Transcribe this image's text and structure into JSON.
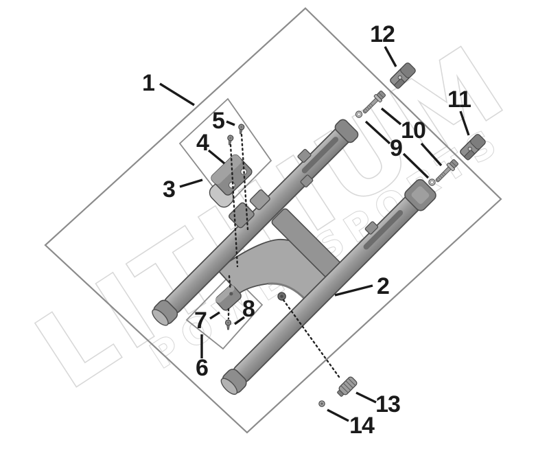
{
  "diagram": {
    "watermark": {
      "line1": "LITHIUM",
      "line2": "POWERSPORTS"
    },
    "callouts": [
      {
        "label": "1"
      },
      {
        "label": "2"
      },
      {
        "label": "3"
      },
      {
        "label": "4"
      },
      {
        "label": "5"
      },
      {
        "label": "6"
      },
      {
        "label": "7"
      },
      {
        "label": "8"
      },
      {
        "label": "9"
      },
      {
        "label": "10"
      },
      {
        "label": "11"
      },
      {
        "label": "12"
      },
      {
        "label": "13"
      },
      {
        "label": "14"
      }
    ],
    "colors": {
      "background": "#ffffff",
      "boundary_line": "#8b8b8b",
      "leader_line": "#1a1a1a",
      "callout_text": "#1a1a1a",
      "watermark_outline": "#d8d8d8",
      "part_gray": "#9b9b9b",
      "part_gray_dark": "#6f6f6f",
      "part_gray_light": "#c4c4c4",
      "part_stroke": "#4d4d4d"
    }
  }
}
